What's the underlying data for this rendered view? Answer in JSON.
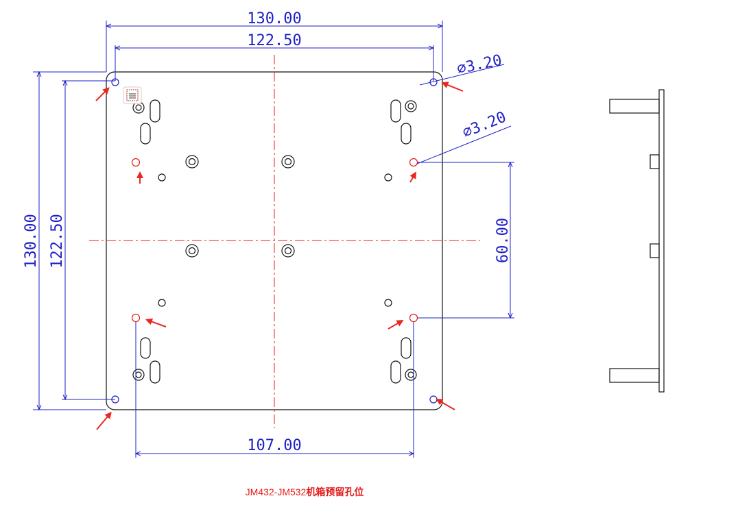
{
  "dimensions": {
    "top_outer": "130.00",
    "top_inner": "122.50",
    "left_outer": "130.00",
    "left_inner": "122.50",
    "bottom": "107.00",
    "right_vertical": "60.00",
    "hole_dia_top": "⌀3.20",
    "hole_dia_mid": "⌀3.20"
  },
  "caption": {
    "model": "JM432-JM532",
    "note": "机箱预留孔位"
  },
  "icons": {
    "toolbar_badge": "selection-frame-icon"
  },
  "colors": {
    "dimension": "#1f1fc8",
    "outline": "#111111",
    "centerline": "#e31c1c",
    "arrow": "#e8281e",
    "reserved_hole": "#e31c1c"
  }
}
